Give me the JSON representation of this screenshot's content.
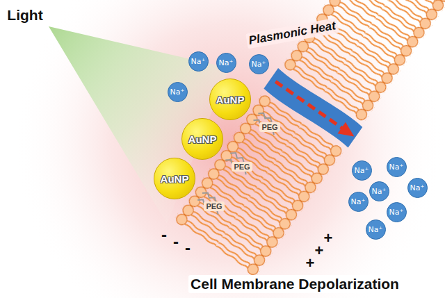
{
  "diagram": {
    "nodes": [
      {
        "text": [
          "Na⁺"
        ]
      },
      {
        "text": [
          "Na⁺"
        ]
      },
      {
        "text": [
          "Na⁺"
        ]
      },
      {
        "text": [
          "Na⁺"
        ]
      },
      {
        "text": [
          "AuNP"
        ]
      },
      {
        "text": [
          "AuNP"
        ]
      },
      {
        "text": [
          "AuNP"
        ]
      },
      {
        "text": [
          "Na⁺"
        ]
      },
      {
        "text": [
          "Na⁺"
        ]
      },
      {
        "text": [
          "Na⁺"
        ]
      },
      {
        "text": [
          "Na⁺"
        ]
      },
      {
        "text": [
          "Na⁺"
        ]
      },
      {
        "text": [
          "Na⁺"
        ]
      },
      {
        "text": [
          "Na⁺"
        ]
      }
    ],
    "labels": [
      "Light",
      "Plasmonic Heat",
      "PEG",
      "PEG",
      "PEG",
      "-",
      "-",
      "-",
      "+",
      "+",
      "+",
      "Cell Membrane Depolarization"
    ]
  }
}
